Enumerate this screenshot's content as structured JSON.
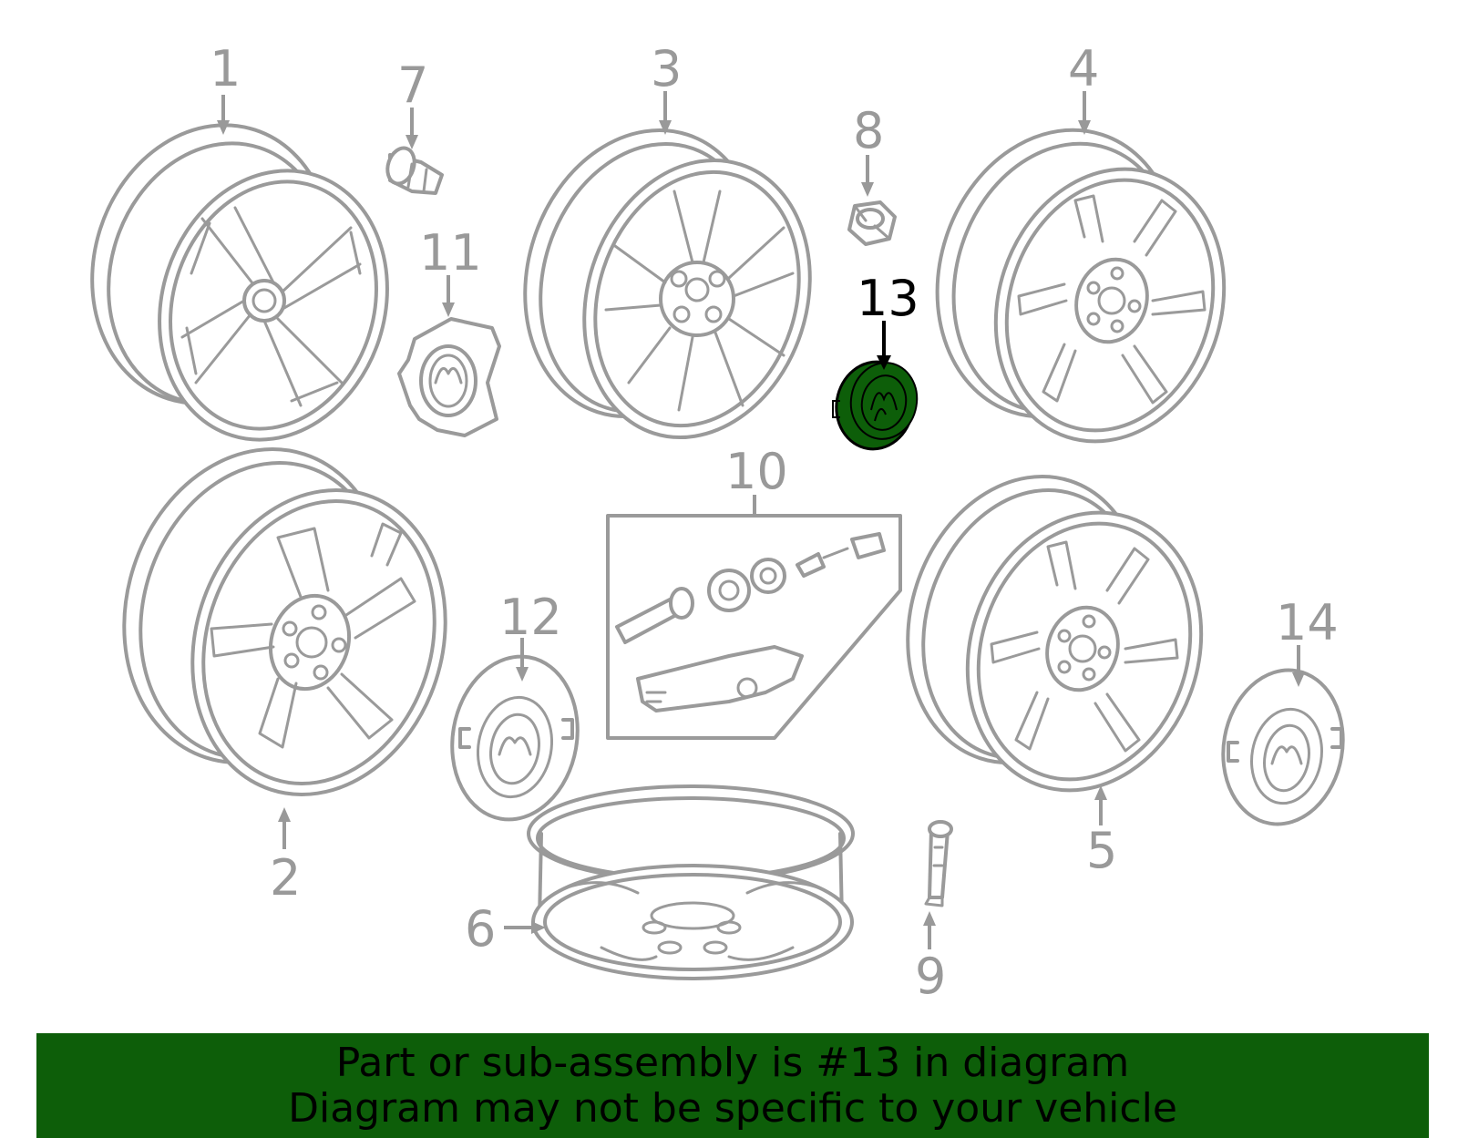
{
  "callouts": [
    {
      "id": "1",
      "label": "1"
    },
    {
      "id": "2",
      "label": "2"
    },
    {
      "id": "3",
      "label": "3"
    },
    {
      "id": "4",
      "label": "4"
    },
    {
      "id": "5",
      "label": "5"
    },
    {
      "id": "6",
      "label": "6"
    },
    {
      "id": "7",
      "label": "7"
    },
    {
      "id": "8",
      "label": "8"
    },
    {
      "id": "9",
      "label": "9"
    },
    {
      "id": "10",
      "label": "10"
    },
    {
      "id": "11",
      "label": "11"
    },
    {
      "id": "12",
      "label": "12"
    },
    {
      "id": "13",
      "label": "13"
    },
    {
      "id": "14",
      "label": "14"
    }
  ],
  "highlighted_part": "13",
  "colors": {
    "highlight_fill": "#0d5e09",
    "line_gray": "#9a9a9a",
    "banner_bg": "#0d5e09"
  },
  "banner": {
    "line1": "Part or sub-assembly is #13 in diagram",
    "line2": "Diagram may not be specific to your vehicle"
  }
}
